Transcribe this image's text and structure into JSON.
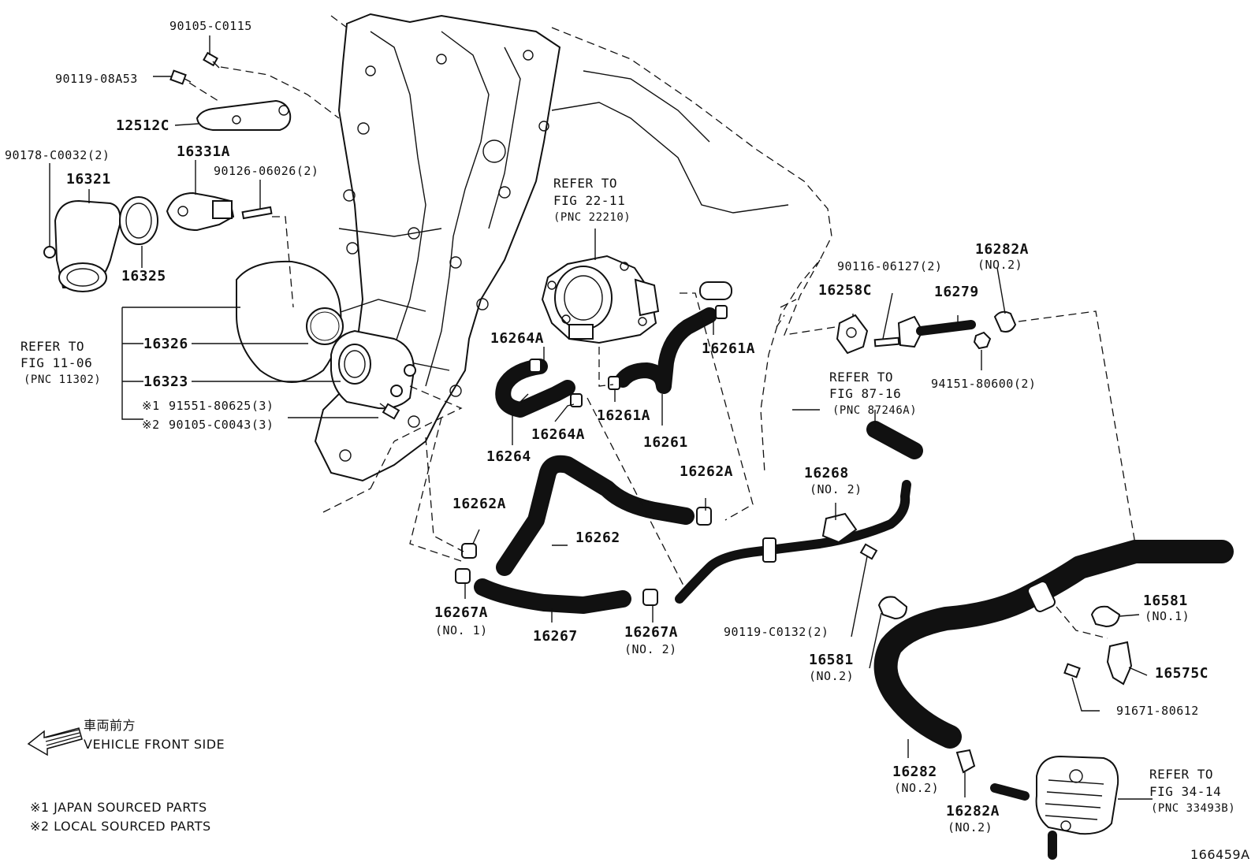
{
  "figure_id": "166459A",
  "parts": {
    "p90105_C0115": "90105-C0115",
    "p90119_08A53": "90119-08A53",
    "p12512C": "12512C",
    "p90178_C0032": "90178-C0032(2)",
    "p16331A": "16331A",
    "p90126_06026": "90126-06026(2)",
    "p16321": "16321",
    "p16325": "16325",
    "p16326": "16326",
    "p16323": "16323",
    "p91551_80625": "91551-80625(3)",
    "p90105_C0043": "90105-C0043(3)",
    "p16264A_top": "16264A",
    "p16264A_bot": "16264A",
    "p16264": "16264",
    "p16261A_top": "16261A",
    "p16261A_bot": "16261A",
    "p16261": "16261",
    "p16262A_right": "16262A",
    "p16262A_left": "16262A",
    "p16262": "16262",
    "p16267A_no1": "16267A",
    "p16267A_no2": "16267A",
    "p16267": "16267",
    "p16268": "16268",
    "p90119_C0132": "90119-C0132(2)",
    "p16581_no2": "16581",
    "p16581_no1": "16581",
    "p16575C": "16575C",
    "p91671_80612": "91671-80612",
    "p16282": "16282",
    "p16282A_bot": "16282A",
    "p16282A_top": "16282A",
    "p90116_06127": "90116-06127(2)",
    "p16258C": "16258C",
    "p16279": "16279",
    "p94151_80600": "94151-80600(2)"
  },
  "sub_labels": {
    "no1": "(NO. 1)",
    "no2": "(NO. 2)",
    "no2_compact": "(NO.2)",
    "no1_compact": "(NO.1)"
  },
  "refs": {
    "fig_22_11": {
      "line1": "REFER TO",
      "line2": "FIG 22-11",
      "line3": "(PNC 22210)"
    },
    "fig_11_06": {
      "line1": "REFER TO",
      "line2": "FIG 11-06",
      "line3": "(PNC 11302)"
    },
    "fig_87_16": {
      "line1": "REFER TO",
      "line2": "FIG 87-16",
      "line3": "(PNC 87246A)"
    },
    "fig_34_14": {
      "line1": "REFER TO",
      "line2": "FIG 34-14",
      "line3": "(PNC 33493B)"
    }
  },
  "markers": {
    "m1": "※1",
    "m2": "※2"
  },
  "legend": {
    "direction_jp": "車両前方",
    "direction_en": "VEHICLE FRONT SIDE",
    "note1": "※1 JAPAN SOURCED PARTS",
    "note2": "※2 LOCAL SOURCED PARTS"
  }
}
